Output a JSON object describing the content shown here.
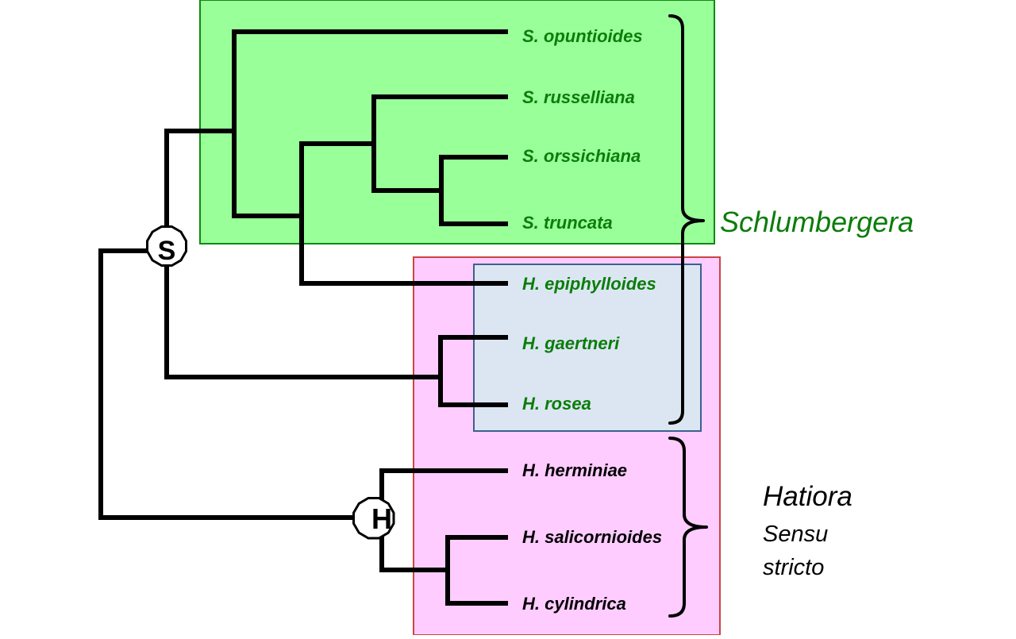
{
  "colors": {
    "schlumbergera": "#0a7d0a",
    "hatiora": "#000000",
    "green_box_fill": "#99ff99",
    "green_box_stroke": "#118811",
    "pink_box_fill": "#ffccff",
    "pink_box_stroke": "#cc4444",
    "blue_box_fill": "#dce6f2",
    "blue_box_stroke": "#3a6190"
  },
  "taxa": [
    {
      "label": "S. opuntioides"
    },
    {
      "label": "S. russelliana"
    },
    {
      "label": "S. orssichiana"
    },
    {
      "label": "S. truncata"
    },
    {
      "label": "H. epiphylloides"
    },
    {
      "label": "H. gaertneri"
    },
    {
      "label": "H. rosea"
    },
    {
      "label": "H. herminiae"
    },
    {
      "label": "H. salicornioides"
    },
    {
      "label": "H. cylindrica"
    }
  ],
  "nodes": {
    "s_label": "S",
    "h_label": "H"
  },
  "groups": {
    "schlumbergera": "Schlumbergera",
    "hatiora_line1": "Hatiora",
    "hatiora_line2": "Sensu",
    "hatiora_line3": "stricto"
  }
}
